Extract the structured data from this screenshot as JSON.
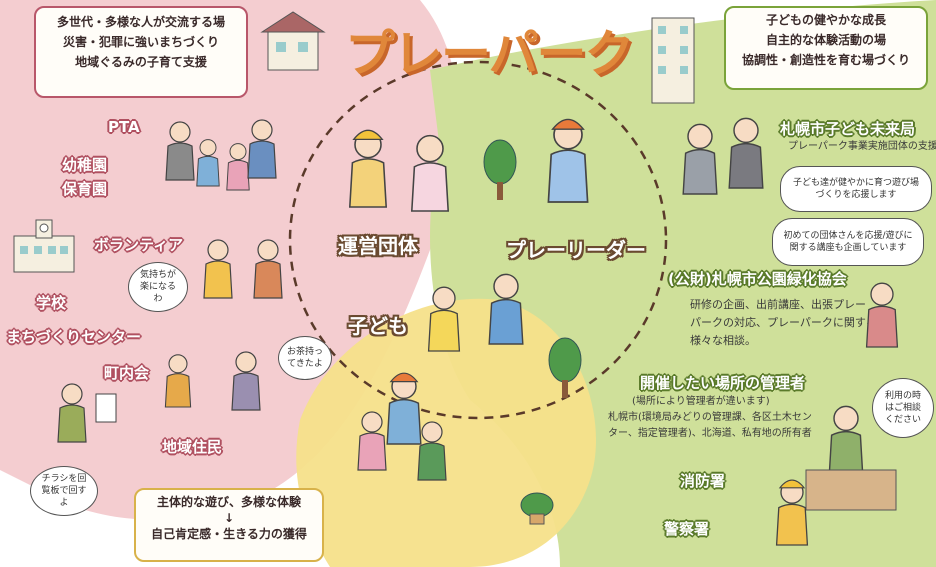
{
  "title": "プレーパーク",
  "top_left_box": [
    "多世代・多様な人が交流する場",
    "災害・犯罪に強いまちづくり",
    "地域ぐるみの子育て支援"
  ],
  "top_right_box": [
    "子どもの健やかな成長",
    "自主的な体験活動の場",
    "協調性・創造性を育む場づくり"
  ],
  "bottom_box": [
    "主体的な遊び、多様な体験",
    "↓",
    "自己肯定感・生きる力の獲得"
  ],
  "left_labels": {
    "pta": "PTA",
    "kindergarten": "幼稚園",
    "nursery": "保育園",
    "volunteer": "ボランティア",
    "school": "学校",
    "machizukuri": "まちづくりセンター",
    "chonaikai": "町内会",
    "residents": "地域住民"
  },
  "center_labels": {
    "operator": "運営団体",
    "playleader": "プレーリーダー",
    "children": "子ども"
  },
  "right": {
    "city_bureau": "札幌市子ども未来局",
    "city_bureau_sub": "プレーパーク事業実施団体の支援",
    "bubble_support": "子ども達が健やかに育つ遊び場づくりを応援します",
    "bubble_new": "初めての団体さんを応援/遊びに関する講座も企画しています",
    "park_assoc": "(公財)札幌市公園緑化協会",
    "park_assoc_desc": [
      "研修の企画、出前講座、出張プレー",
      "パークの対応、プレーパークに関する",
      "様々な相談。"
    ],
    "site_manager": "開催したい場所の管理者",
    "site_manager_desc": [
      "(場所により管理者が違います)",
      "札幌市(環境局みどりの管理課、各区土木セン",
      "ター、指定管理者)、北海道、私有地の所有者"
    ],
    "bubble_consult": "利用の時はご相談ください",
    "fire": "消防署",
    "police": "警察署"
  },
  "speech": {
    "feel_good": "気持ちが楽になるわ",
    "tea": "お茶持ってきたよ",
    "flyer": "チラシを回覧板で回すよ"
  },
  "colors": {
    "pink_area": "#f3c9cc",
    "green_area": "#c9dd8e",
    "yellow_area": "#f6e08a",
    "title_orange": "#e0873a"
  }
}
